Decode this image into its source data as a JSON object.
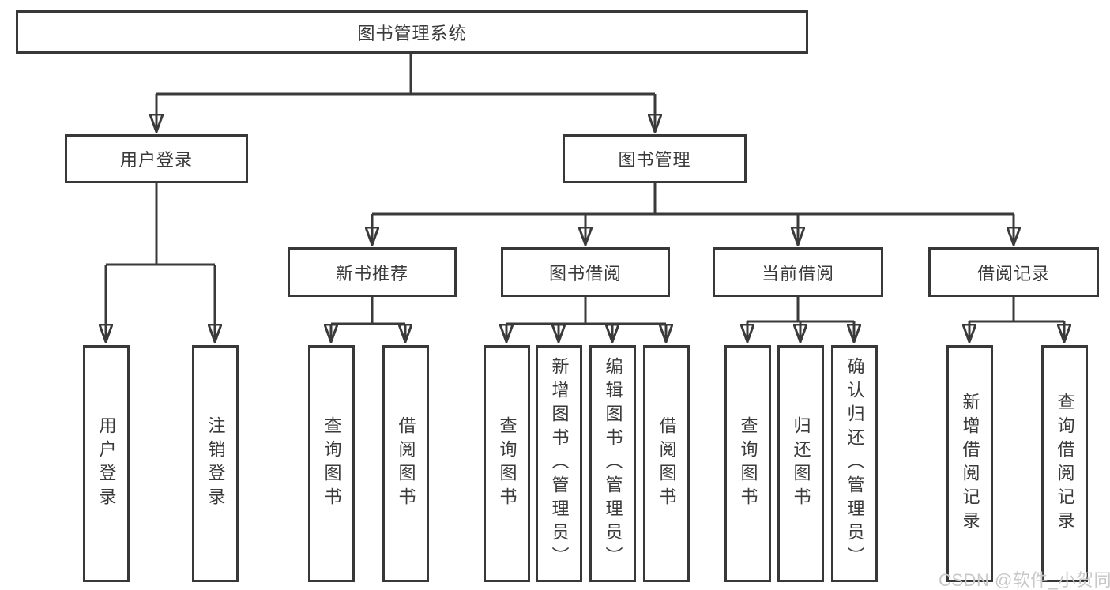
{
  "diagram": {
    "type": "hierarchy-tree",
    "root": {
      "label": "图书管理系统"
    },
    "level1": [
      {
        "label": "用户登录",
        "parent": "图书管理系统"
      },
      {
        "label": "图书管理",
        "parent": "图书管理系统"
      }
    ],
    "level2": [
      {
        "label": "新书推荐",
        "parent": "图书管理"
      },
      {
        "label": "图书借阅",
        "parent": "图书管理"
      },
      {
        "label": "当前借阅",
        "parent": "图书管理"
      },
      {
        "label": "借阅记录",
        "parent": "图书管理"
      }
    ],
    "leaves": [
      {
        "label": "用户登录",
        "parent": "用户登录"
      },
      {
        "label": "注销登录",
        "parent": "用户登录"
      },
      {
        "label": "查询图书",
        "parent": "新书推荐"
      },
      {
        "label": "借阅图书",
        "parent": "新书推荐"
      },
      {
        "label": "查询图书",
        "parent": "图书借阅"
      },
      {
        "label": "新增图书（管理员）",
        "parent": "图书借阅"
      },
      {
        "label": "编辑图书（管理员）",
        "parent": "图书借阅"
      },
      {
        "label": "借阅图书",
        "parent": "图书借阅"
      },
      {
        "label": "查询图书",
        "parent": "当前借阅"
      },
      {
        "label": "归还图书",
        "parent": "当前借阅"
      },
      {
        "label": "确认归还（管理员）",
        "parent": "当前借阅"
      },
      {
        "label": "新增借阅记录",
        "parent": "借阅记录"
      },
      {
        "label": "查询借阅记录",
        "parent": "借阅记录"
      }
    ],
    "colors": {
      "line": "#3a3a3a",
      "text": "#3a3a3a",
      "box_border": "#383838",
      "box_background": "#ffffff",
      "page_background": "#ffffff",
      "watermark": "#c8c8c8"
    }
  },
  "watermark": {
    "text": "CSDN @软件_小贺同学"
  }
}
